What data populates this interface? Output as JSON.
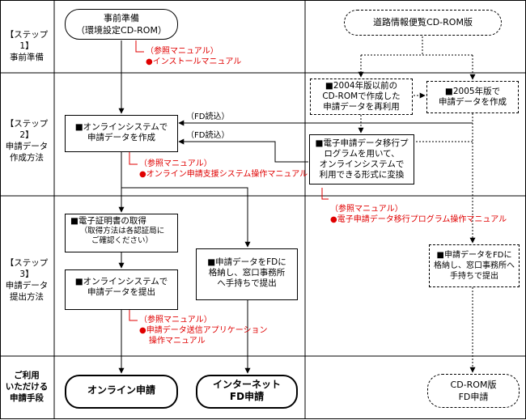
{
  "steps": [
    {
      "tag": "【ステップ1】",
      "name": "事前準備"
    },
    {
      "tag": "【ステップ2】",
      "name_lines": [
        "申請データ",
        "作成方法"
      ]
    },
    {
      "tag": "【ステップ3】",
      "name_lines": [
        "申請データ",
        "提出方法"
      ]
    },
    {
      "name_lines": [
        "ご利用",
        "いただける",
        "申請手段"
      ]
    }
  ],
  "nodes": {
    "prep": {
      "lines": [
        "事前準備",
        "（環境設定CD-ROM）"
      ]
    },
    "cdrom_top": {
      "lines": [
        "道路情報便覧CD-ROM版"
      ]
    },
    "old_data": {
      "lines": [
        "■2004年版以前の",
        "CD-ROMで作成した",
        "申請データを再利用"
      ]
    },
    "new_data": {
      "lines": [
        "■2005年版で",
        "申請データを作成"
      ]
    },
    "online_create": {
      "lines": [
        "■オンラインシステムで",
        "申請データを作成"
      ]
    },
    "convert": {
      "lines": [
        "■電子申請データ移行プ",
        "ログラムを用いて、",
        "オンラインシステムで",
        "利用できる形式に変換"
      ]
    },
    "cert": {
      "lines": [
        "■電子証明書の取得"
      ],
      "sub_lines": [
        "（取得方法は各認証局に",
        "ご確認ください）"
      ]
    },
    "online_submit": {
      "lines": [
        "■オンラインシステムで",
        "申請データを提出"
      ]
    },
    "fd_submit": {
      "lines": [
        "■申請データをFDに",
        "格納し、窓口事務所",
        "へ手持ちで提出"
      ]
    },
    "fd_submit_right": {
      "lines": [
        "■申請データをFDに",
        "格納し、窓口事務所へ",
        "手持ちで提出"
      ]
    },
    "end_online": {
      "lines": [
        "オンライン申請"
      ]
    },
    "end_fd": {
      "lines": [
        "インターネット",
        "FD申請"
      ]
    },
    "end_cdrom": {
      "lines": [
        "CD-ROM版",
        "FD申請"
      ]
    }
  },
  "refs": [
    {
      "head": "（参照マニュアル）",
      "items": [
        "●インストールマニュアル"
      ]
    },
    {
      "head": "（参照マニュアル）",
      "items": [
        "●オンライン申請支援システム操作マニュアル"
      ]
    },
    {
      "head": "（参照マニュアル）",
      "items": [
        "●電子申請データ移行プログラム操作マニュアル"
      ]
    },
    {
      "head": "（参照マニュアル）",
      "items": [
        "●申請データ送信アプリケーション",
        "操作マニュアル"
      ]
    }
  ],
  "edge_labels": {
    "fd_read_1": "（FD読込）",
    "fd_read_2": "（FD読込）"
  },
  "colors": {
    "reference_text": "#e00000",
    "lines": "#000000"
  }
}
